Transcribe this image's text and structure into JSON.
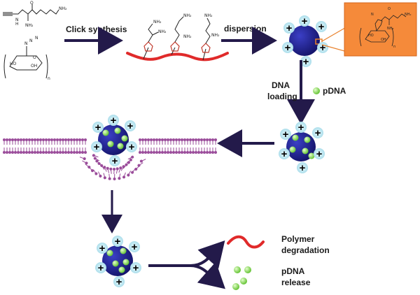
{
  "labels": {
    "click_synthesis": "Click synthesis",
    "dispersion": "dispersion",
    "dna_loading_line1": "DNA",
    "dna_loading_line2": "loading",
    "pdna": "pDNA",
    "polymer_degradation_line1": "Polymer",
    "polymer_degradation_line2": "degradation",
    "pdna_release_line1": "pDNA",
    "pdna_release_line2": "release"
  },
  "chem": {
    "nh": "N",
    "h": "H",
    "nh2": "NH₂",
    "o": "O",
    "n_sub": "n",
    "ho": "HO",
    "oh": "OH",
    "n_eq": "N",
    "n3": "N"
  },
  "colors": {
    "particle": "#1e1f8a",
    "charge_bg": "#bfe7f0",
    "charge_sign": "#000000",
    "dna_bead": "#7bd13f",
    "polymer": "#e02a2a",
    "linker_ring": "#c0392b",
    "arrow": "#231a4a",
    "membrane": "#9a4c9a",
    "inset_bg": "#f58a3a"
  },
  "charge_sign": "+"
}
